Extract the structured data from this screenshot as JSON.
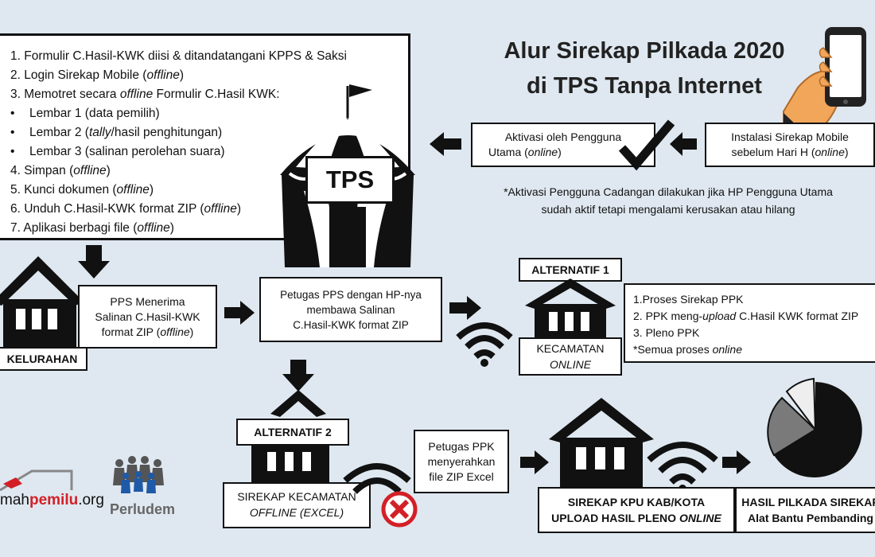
{
  "title": {
    "line1": "Alur Sirekap Pilkada 2020",
    "line2": "di TPS Tanpa Internet"
  },
  "steps": [
    {
      "kind": "num",
      "parts": [
        {
          "t": "1. Formulir C.Hasil-KWK diisi & ditandatangani  KPPS & Saksi"
        }
      ]
    },
    {
      "kind": "num",
      "parts": [
        {
          "t": "2. Login Sirekap Mobile ("
        },
        {
          "t": "offline",
          "i": true
        },
        {
          "t": ")"
        }
      ]
    },
    {
      "kind": "num",
      "parts": [
        {
          "t": "3. Memotret secara "
        },
        {
          "t": "offline",
          "i": true
        },
        {
          "t": "  Formulir C.Hasil KWK:"
        }
      ]
    },
    {
      "kind": "sub",
      "parts": [
        {
          "t": "Lembar 1 (data pemilih)"
        }
      ]
    },
    {
      "kind": "sub",
      "parts": [
        {
          "t": "Lembar 2 ("
        },
        {
          "t": "tally",
          "i": true
        },
        {
          "t": "/hasil penghitungan)"
        }
      ]
    },
    {
      "kind": "sub",
      "parts": [
        {
          "t": "Lembar 3 (salinan perolehan suara)"
        }
      ]
    },
    {
      "kind": "num",
      "parts": [
        {
          "t": "4. Simpan ("
        },
        {
          "t": "offline",
          "i": true
        },
        {
          "t": ")"
        }
      ]
    },
    {
      "kind": "num",
      "parts": [
        {
          "t": "5. Kunci dokumen ("
        },
        {
          "t": "offline",
          "i": true
        },
        {
          "t": ")"
        }
      ]
    },
    {
      "kind": "num",
      "parts": [
        {
          "t": "6. Unduh C.Hasil-KWK format ZIP ("
        },
        {
          "t": "offline",
          "i": true
        },
        {
          "t": ")"
        }
      ]
    },
    {
      "kind": "num",
      "parts": [
        {
          "t": "7. Aplikasi berbagi file ("
        },
        {
          "t": "offline",
          "i": true
        },
        {
          "t": ")"
        }
      ]
    }
  ],
  "bullet": "•",
  "tps_label": "TPS",
  "aktivasi": {
    "line1": "Aktivasi oleh Pengguna",
    "line2a": "Utama (",
    "line2i": "online",
    "line2b": ")"
  },
  "instalasi": {
    "line1": "Instalasi Sirekap Mobile",
    "line2a": "sebelum Hari H (",
    "line2i": "online",
    "line2b": ")"
  },
  "note": {
    "line1": "*Aktivasi Pengguna Cadangan dilakukan jika HP Pengguna Utama",
    "line2": "sudah aktif tetapi mengalami kerusakan atau hilang"
  },
  "kelurahan_label": "KELURAHAN",
  "pps": {
    "line1": "PPS Menerima",
    "line2": "Salinan C.Hasil-KWK",
    "line3a": "format ZIP (",
    "line3i": "offline",
    "line3b": ")"
  },
  "petugas_pps": {
    "line1": "Petugas PPS dengan HP-nya",
    "line2": "membawa Salinan",
    "line3": "C.Hasil-KWK format ZIP"
  },
  "alt1": {
    "label": "ALTERNATIF 1",
    "kec1": "KECAMATAN",
    "kec2": "ONLINE"
  },
  "alt1_list": [
    {
      "parts": [
        {
          "t": "1.Proses Sirekap PPK"
        }
      ]
    },
    {
      "parts": [
        {
          "t": "2. PPK meng-"
        },
        {
          "t": "upload",
          "i": true
        },
        {
          "t": "  C.Hasil KWK format ZIP"
        }
      ]
    },
    {
      "parts": [
        {
          "t": "3. Pleno PPK"
        }
      ]
    },
    {
      "parts": [
        {
          "t": "*Semua proses "
        },
        {
          "t": "online",
          "i": true
        }
      ]
    }
  ],
  "alt2": {
    "label": "ALTERNATIF 2",
    "kec1": "SIREKAP KECAMATAN",
    "kec2": "OFFLINE (EXCEL)"
  },
  "petugas_ppk": {
    "line1": "Petugas PPK",
    "line2": "menyerahkan",
    "line3": "file ZIP Excel"
  },
  "kpu": {
    "line1": "SIREKAP KPU KAB/KOTA",
    "line2a": "UPLOAD HASIL PLENO ",
    "line2i": "ONLINE"
  },
  "hasil": {
    "line1": "HASIL PILKADA SIREKAP",
    "line2": "Alat Bantu Pembanding"
  },
  "logo_rumah": {
    "a": "mah",
    "b": "pemilu",
    "c": ".org"
  },
  "logo_perludem": "Perludem",
  "colors": {
    "bg": "#dfe8f0",
    "ink": "#111111",
    "red": "#d32027",
    "gray": "#7a7a7a"
  }
}
